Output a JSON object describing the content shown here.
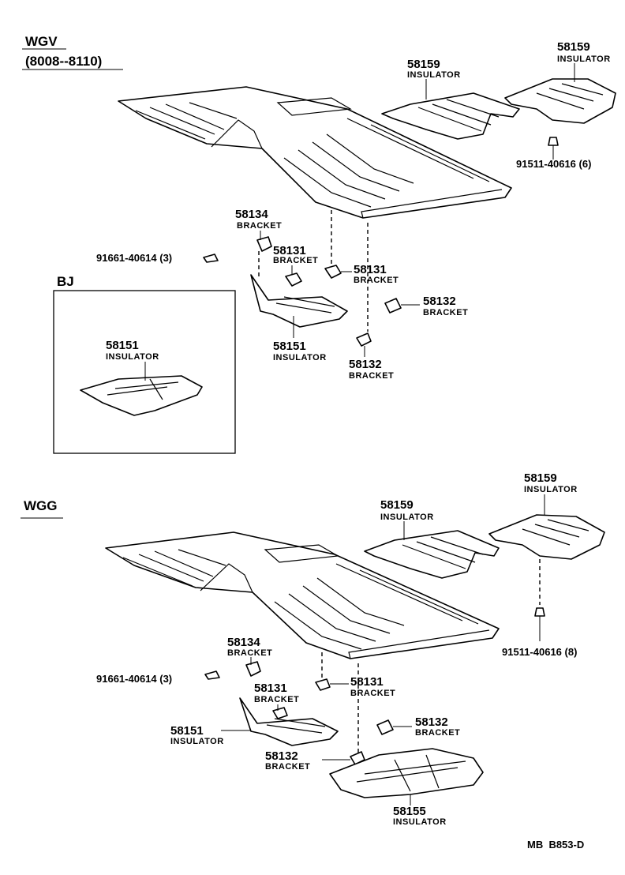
{
  "wgv": {
    "title": "WGV",
    "range": "(8008--8110)",
    "bj_label": "BJ",
    "callouts": [
      {
        "num": "58159",
        "name": "INSULATOR"
      },
      {
        "num": "58159",
        "name": "INSULATOR"
      },
      {
        "num": "58134",
        "name": "BRACKET"
      },
      {
        "num": "58131",
        "name": "BRACKET"
      },
      {
        "num": "58131",
        "name": "BRACKET"
      },
      {
        "num": "58132",
        "name": "BRACKET"
      },
      {
        "num": "58151",
        "name": "INSULATOR"
      },
      {
        "num": "58132",
        "name": "BRACKET"
      },
      {
        "num": "58151",
        "name": "INSULATOR"
      }
    ],
    "fastener_top": "91511-40616 (6)",
    "fastener_side": "91661-40614 (3)"
  },
  "wgg": {
    "title": "WGG",
    "callouts": [
      {
        "num": "58159",
        "name": "INSULATOR"
      },
      {
        "num": "58159",
        "name": "INSULATOR"
      },
      {
        "num": "58134",
        "name": "BRACKET"
      },
      {
        "num": "58131",
        "name": "BRACKET"
      },
      {
        "num": "58131",
        "name": "BRACKET"
      },
      {
        "num": "58151",
        "name": "INSULATOR"
      },
      {
        "num": "58132",
        "name": "BRACKET"
      },
      {
        "num": "58132",
        "name": "BRACKET"
      },
      {
        "num": "58155",
        "name": "INSULATOR"
      }
    ],
    "fastener_top": "91511-40616 (8)",
    "fastener_side": "91661-40614 (3)"
  },
  "footer_code": "MB  B853-D"
}
